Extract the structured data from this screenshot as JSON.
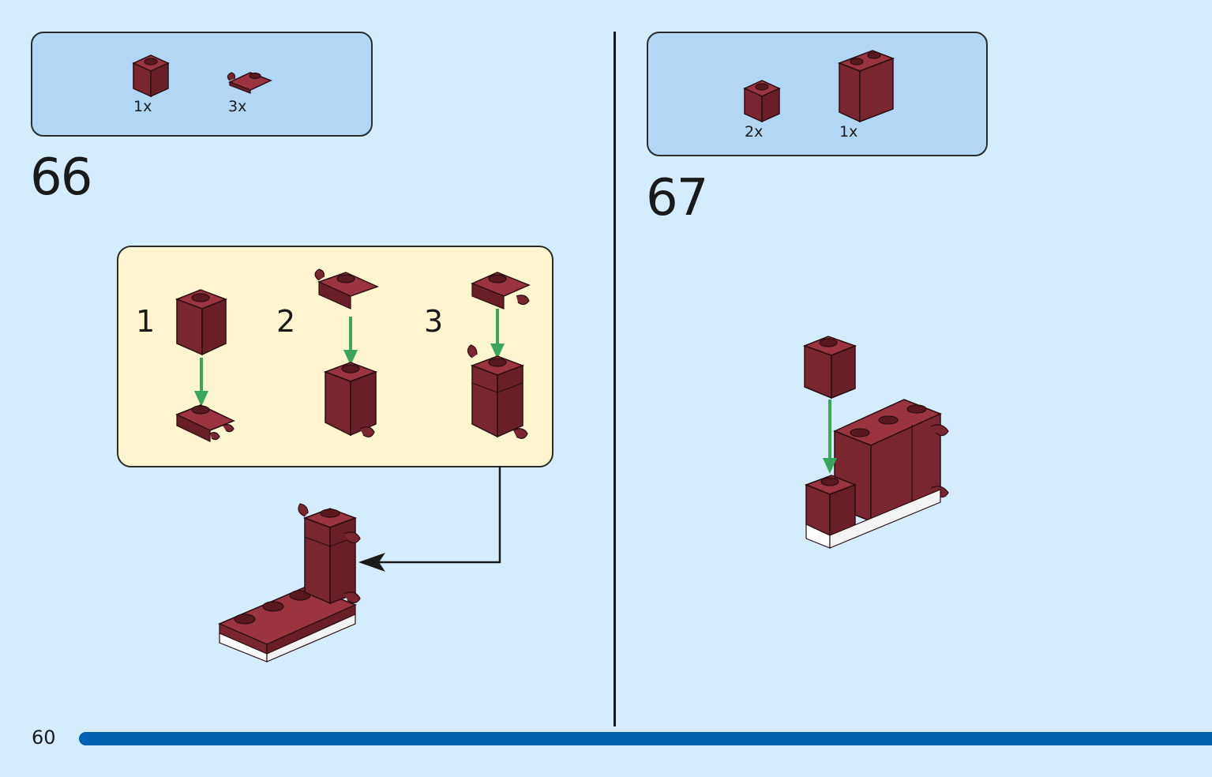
{
  "page": {
    "number": "60"
  },
  "steps": [
    {
      "number": "66",
      "parts": [
        {
          "qty": "1x",
          "part": "brick-1x1",
          "color": "#7a2630"
        },
        {
          "qty": "3x",
          "part": "plate-1x1-clip",
          "color": "#7a2630"
        }
      ],
      "substeps": [
        {
          "number": "1"
        },
        {
          "number": "2"
        },
        {
          "number": "3"
        }
      ]
    },
    {
      "number": "67",
      "parts": [
        {
          "qty": "2x",
          "part": "brick-1x1",
          "color": "#7a2630"
        },
        {
          "qty": "1x",
          "part": "brick-1x2x2",
          "color": "#7a2630"
        }
      ]
    }
  ],
  "colors": {
    "background": "#d4ecfb",
    "parts_box": "#b2d7f5",
    "callout": "#fff6d0",
    "brick": "#7a2630",
    "arrow_green": "#3aa65a",
    "progress_bar": "#0061b0"
  },
  "icons": {
    "push_arrow": "green-down-arrow",
    "callout_arrow": "black-pointer-arrow"
  }
}
